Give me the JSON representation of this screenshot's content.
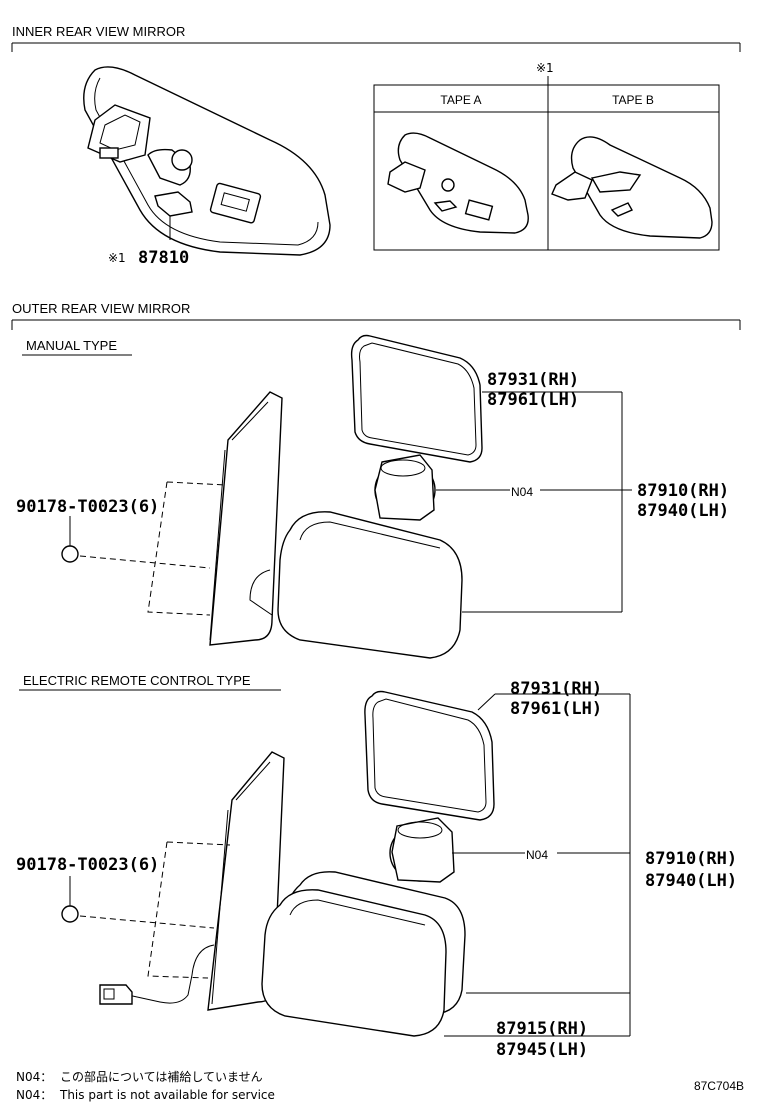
{
  "sections": {
    "inner_title": "INNER REAR VIEW MIRROR",
    "outer_title": "OUTER REAR VIEW MIRROR",
    "manual_type": "MANUAL TYPE",
    "electric_type": "ELECTRIC REMOTE CONTROL TYPE"
  },
  "inner": {
    "mark": "※1",
    "part_number": "87810",
    "ref_mark": "※1",
    "tape_a": "TAPE A",
    "tape_b": "TAPE B"
  },
  "manual": {
    "glass_rh": "87931(RH)",
    "glass_lh": "87961(LH)",
    "assy_rh": "87910(RH)",
    "assy_lh": "87940(LH)",
    "motor_note": "N04",
    "cap": "90178-T0023(6)"
  },
  "electric": {
    "glass_rh": "87931(RH)",
    "glass_lh": "87961(LH)",
    "assy_rh": "87910(RH)",
    "assy_lh": "87940(LH)",
    "motor_note": "N04",
    "cap": "90178-T0023(6)",
    "cover_rh": "87915(RH)",
    "cover_lh": "87945(LH)"
  },
  "notes": {
    "n04_jp_label": "N04：",
    "n04_jp": "この部品については補給していません",
    "n04_en_label": "N04：",
    "n04_en": "This part is not available for service"
  },
  "figure_code": "87C704B"
}
